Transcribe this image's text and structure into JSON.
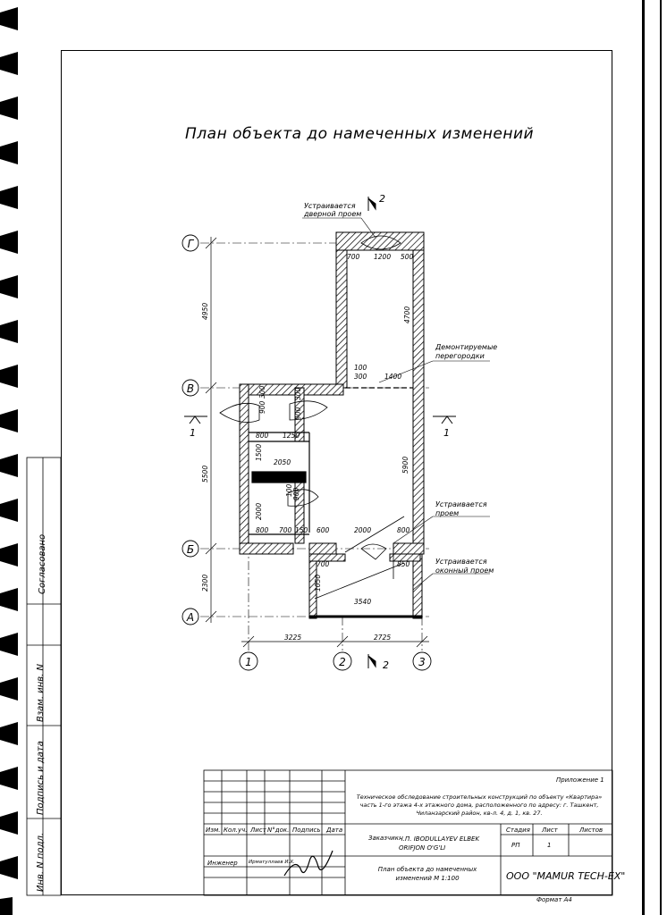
{
  "drawing": {
    "title": "План объекта до намеченных изменений",
    "axes": {
      "rows": [
        "Г",
        "В",
        "Б",
        "А"
      ],
      "cols": [
        "1",
        "2",
        "3"
      ]
    },
    "section_marks": [
      "1",
      "1",
      "2",
      "2"
    ],
    "dims": {
      "left_vert": [
        "4950",
        "5500",
        "2300"
      ],
      "bottom": [
        "3225",
        "2725"
      ],
      "top_room": [
        "700",
        "1200",
        "500",
        "4700"
      ],
      "mid": [
        "100",
        "300",
        "1400",
        "5900"
      ],
      "left_room": [
        "900",
        "300",
        "900",
        "300",
        "800",
        "1250",
        "1500",
        "2050",
        "100",
        "900",
        "2000",
        "800",
        "700",
        "150",
        "600",
        "2000",
        "800"
      ],
      "lower": [
        "700",
        "850",
        "3540",
        "1050"
      ]
    },
    "notes": {
      "door_opening_1": "Устраивается",
      "door_opening_2": "дверной проем",
      "partitions_1": "Демонтируемые",
      "partitions_2": "перегородки",
      "opening_1": "Устраивается",
      "opening_2": "проем",
      "window_1": "Устраивается",
      "window_2": "оконный проем"
    }
  },
  "side_stamp": {
    "agreed": "Согласовано",
    "inv_copy": "Взам. инв. N",
    "sign_date": "Подпись и дата",
    "inv_orig": "Инв. N подл."
  },
  "title_block": {
    "appendix": "Приложение 1",
    "description": "Техническое обследование строительных конструкций по объекту «Квартира» часть 1-го этажа 4-х этажного дома, расположенного по адресу: г. Ташкент, Чиланзарский район, кв-л. 4, д. 1, кв. 27.",
    "headers": [
      "Изм.",
      "Кол.уч.",
      "Лист",
      "N°док.",
      "Подпись",
      "Дата"
    ],
    "customer_label": "Заказчик:",
    "customer_name": "Ч.П. IBODULLAYEV ELBEK ORIFJON O'G'LI",
    "stage_header": "Стадия",
    "sheet_header": "Лист",
    "sheets_header": "Листов",
    "stage": "РП",
    "sheet": "1",
    "engineer_role": "Инженер",
    "engineer_name": "Ирматуллаев И.Х.",
    "sheet_title": "План объекта до намеченных изменений М 1:100",
    "company": "ООО \"MAMUR TECH-EX\"",
    "format": "Формат А4"
  }
}
